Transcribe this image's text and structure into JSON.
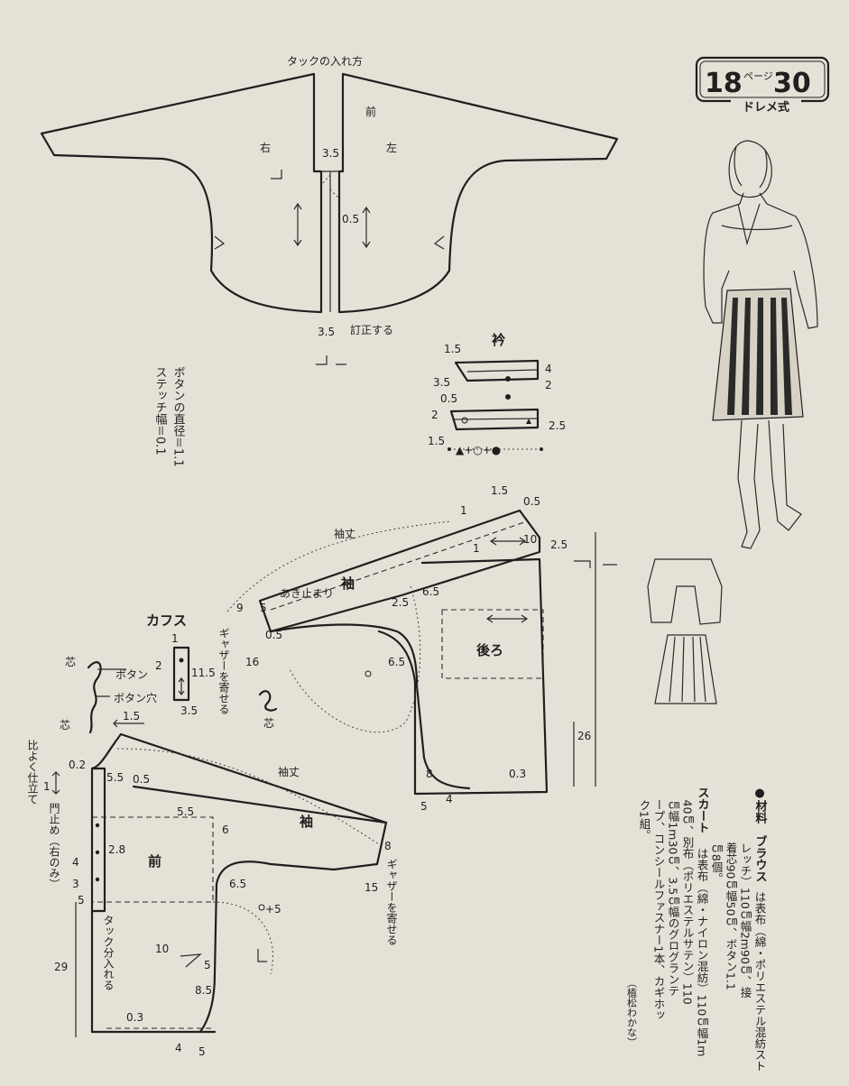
{
  "badge": {
    "left": "18",
    "middle": "ページ",
    "right": "30",
    "caption": "ドレメ式"
  },
  "top_pattern": {
    "title": "タックの入れ方",
    "label_front": "前",
    "label_right": "右",
    "label_left": "左",
    "m_3_5_top": "3.5",
    "m_0_5": "0.5",
    "m_3_5_bottom": "3.5",
    "correction": "訂正する"
  },
  "collar": {
    "title": "衿",
    "m": [
      "1.5",
      "3.5",
      "4",
      "2",
      "0.5",
      "2",
      "2.5",
      "1.5"
    ],
    "legend": "▲+○+●"
  },
  "button_note": {
    "line1": "ボタンの直径＝1.1",
    "line2": "ステッチ幅＝0.1"
  },
  "back_sleeve": {
    "sleeve_length": "袖丈",
    "sleeve": "袖",
    "slit_stop": "あき止まり",
    "gather": "ギャザーを寄せる",
    "back": "後ろ",
    "m": [
      "1.5",
      "0.5",
      "1",
      "10",
      "2.5",
      "1",
      "9",
      "5",
      "0.5",
      "2.5",
      "6.5",
      "16",
      "6.5",
      "26",
      "8",
      "0.3",
      "5",
      "4"
    ]
  },
  "cuffs": {
    "title": "カフス",
    "m": [
      "1",
      "2",
      "11.5",
      "3.5"
    ],
    "interfacing_top": "芯",
    "button": "ボタン",
    "buttonhole": "ボタン穴",
    "interfacing_bottom": "芯",
    "interfacing_mid": "芯",
    "m_1_5": "1.5"
  },
  "front": {
    "sleeve_length": "袖丈",
    "sleeve": "袖",
    "front": "前",
    "gather": "ギャザーを寄せる",
    "placket_note": "門止め（右のみ）",
    "finish_note": "比よく仕立て",
    "tuck_note": "タック分入れる",
    "m": [
      "0.2",
      "5.5",
      "0.5",
      "1",
      "5.5",
      "6",
      "2.8",
      "4",
      "3",
      "5",
      "6.5",
      "8",
      "15",
      "+5",
      "29",
      "10",
      "5",
      "8.5",
      "0.3",
      "4",
      "5"
    ]
  },
  "materials": {
    "heading": "●材料",
    "blouse_label": "ブラウス",
    "blouse_text": "は表布（綿・ポリエステル混紡ストレッチ）110㎝幅2m90㎝、接着芯90㎝幅50㎝、ボタン1.1㎝8個。",
    "skirt_label": "スカート",
    "skirt_text": "は表布（綿・ナイロン混紡）110㎝幅1m40㎝、別布（ポリエステルサテン）110㎝幅1m30㎝、3.5㎝幅のグログランテープ、コンシールファスナー1本、カギホック1組。",
    "credit": "（植松わかな）"
  }
}
